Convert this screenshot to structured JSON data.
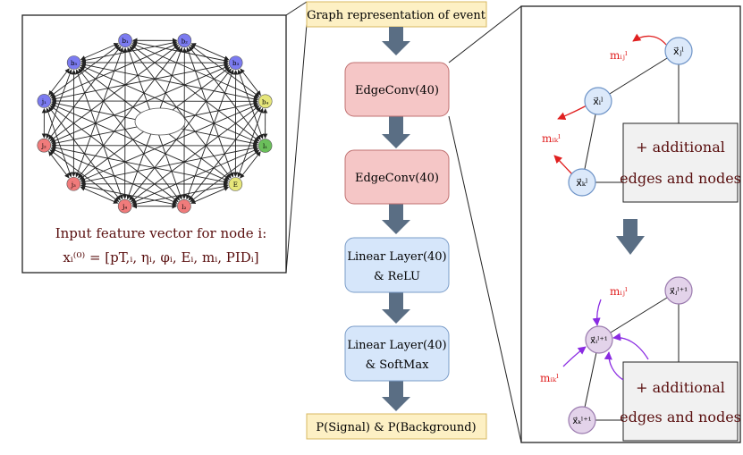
{
  "graph_panel": {
    "node_labels": [
      "b₁",
      "b₂",
      "b₃",
      "b₄",
      "l₁",
      "E",
      "l₂",
      "j₄",
      "j₃",
      "j₂",
      "j₁",
      "b₅"
    ],
    "caption_line1": "Input feature vector for node i:",
    "caption_line2": "xᵢ⁽⁰⁾ = [pT,ᵢ, ηᵢ, φᵢ, Eᵢ, mᵢ, PIDᵢ]"
  },
  "flow": {
    "input_label": "Graph  representation of event",
    "blocks": [
      {
        "line1": "EdgeConv(40)",
        "line2": ""
      },
      {
        "line1": "EdgeConv(40)",
        "line2": ""
      },
      {
        "line1": "Linear Layer(40)",
        "line2": "& ReLU"
      },
      {
        "line1": "Linear Layer(40)",
        "line2": "& SoftMax"
      }
    ],
    "output_label": "P(Signal) & P(Background)"
  },
  "detail_top": {
    "node_i": "x⃗ᵢˡ",
    "node_j": "x⃗ⱼˡ",
    "node_k": "x⃗ₖˡ",
    "msg_ij": "mᵢⱼˡ",
    "msg_ik": "mᵢₖˡ",
    "box_line1": "+ additional",
    "box_line2": "edges and nodes"
  },
  "detail_bottom": {
    "node_i": "x⃗ᵢˡ⁺¹",
    "node_j": "x⃗ⱼˡ⁺¹",
    "node_k": "x⃗ₖˡ⁺¹",
    "msg_ij": "mᵢⱼˡ",
    "msg_ik": "mᵢₖˡ",
    "box_line1": "+ additional",
    "box_line2": "edges and nodes"
  },
  "colors": {
    "node_blue": "#7b7bf0",
    "node_red": "#f07b7b",
    "node_yellow": "#e6e67a",
    "node_green": "#6bbf5b",
    "edgeconv_fill": "#f5c6c6",
    "linear_fill": "#d6e6fa",
    "io_fill": "#fdf0c4",
    "arrow_fill": "#5a6e84",
    "message_red": "#e02020",
    "message_purple": "#8a2be2"
  }
}
